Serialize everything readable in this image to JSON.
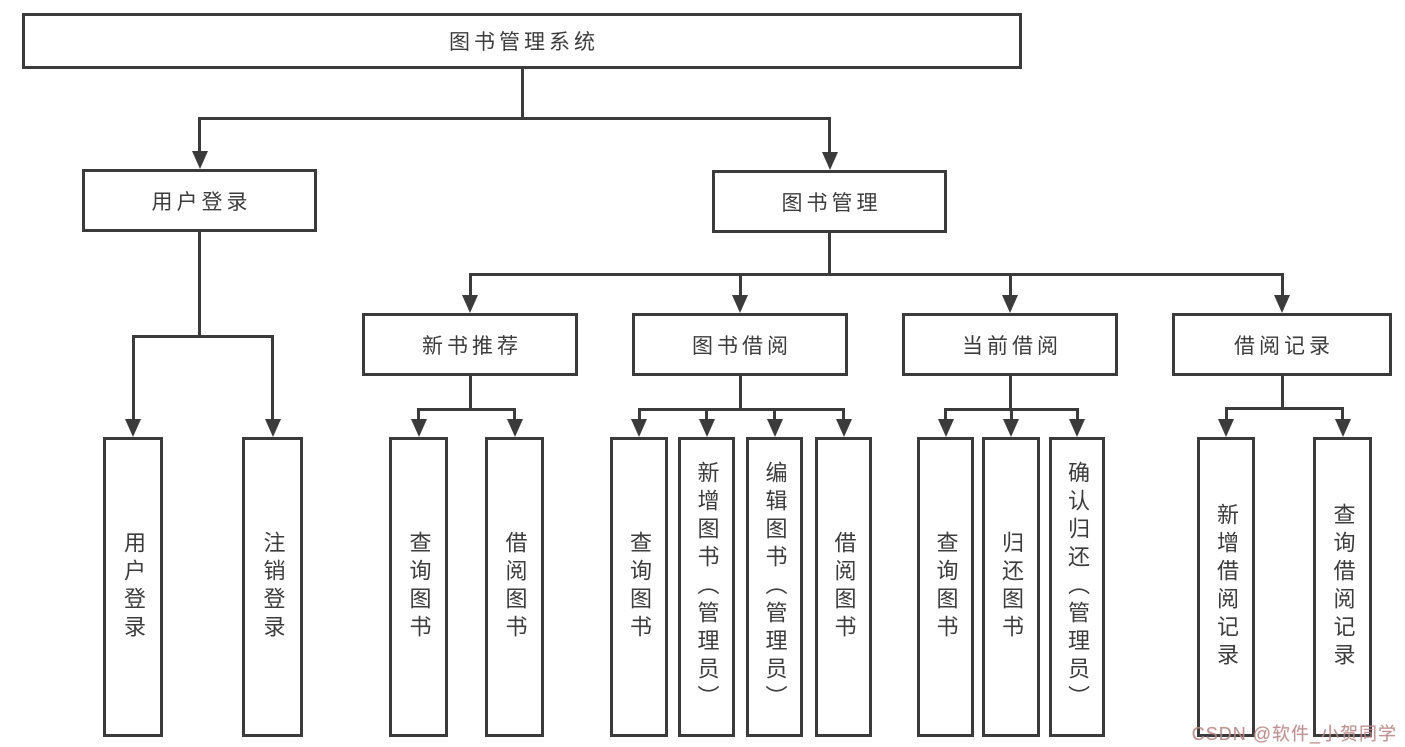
{
  "diagram": {
    "title": "图书管理系统",
    "nodes": [
      {
        "id": "system",
        "label": "图书管理系统"
      },
      {
        "id": "user-login",
        "label": "用户登录"
      },
      {
        "id": "book-mgmt",
        "label": "图书管理"
      },
      {
        "id": "new-book-rec",
        "label": "新书推荐"
      },
      {
        "id": "book-borrow",
        "label": "图书借阅"
      },
      {
        "id": "current-borrow",
        "label": "当前借阅"
      },
      {
        "id": "borrow-record",
        "label": "借阅记录"
      },
      {
        "id": "leaf-user-login",
        "label": "用户登录"
      },
      {
        "id": "leaf-logout",
        "label": "注销登录"
      },
      {
        "id": "leaf-query-book-1",
        "label": "查询图书"
      },
      {
        "id": "leaf-borrow-book-1",
        "label": "借阅图书"
      },
      {
        "id": "leaf-query-book-2",
        "label": "查询图书"
      },
      {
        "id": "leaf-add-book",
        "label": "新增图书（管理员）"
      },
      {
        "id": "leaf-edit-book",
        "label": "编辑图书（管理员）"
      },
      {
        "id": "leaf-borrow-book-2",
        "label": "借阅图书"
      },
      {
        "id": "leaf-query-book-3",
        "label": "查询图书"
      },
      {
        "id": "leaf-return-book",
        "label": "归还图书"
      },
      {
        "id": "leaf-confirm-return",
        "label": "确认归还（管理员）"
      },
      {
        "id": "leaf-add-record",
        "label": "新增借阅记录"
      },
      {
        "id": "leaf-query-record",
        "label": "查询借阅记录"
      }
    ],
    "hierarchy": [
      {
        "parent": "system",
        "children": [
          "user-login",
          "book-mgmt"
        ]
      },
      {
        "parent": "user-login",
        "children": [
          "leaf-user-login",
          "leaf-logout"
        ]
      },
      {
        "parent": "book-mgmt",
        "children": [
          "new-book-rec",
          "book-borrow",
          "current-borrow",
          "borrow-record"
        ]
      },
      {
        "parent": "new-book-rec",
        "children": [
          "leaf-query-book-1",
          "leaf-borrow-book-1"
        ]
      },
      {
        "parent": "book-borrow",
        "children": [
          "leaf-query-book-2",
          "leaf-add-book",
          "leaf-edit-book",
          "leaf-borrow-book-2"
        ]
      },
      {
        "parent": "current-borrow",
        "children": [
          "leaf-query-book-3",
          "leaf-return-book",
          "leaf-confirm-return"
        ]
      },
      {
        "parent": "borrow-record",
        "children": [
          "leaf-add-record",
          "leaf-query-record"
        ]
      }
    ]
  },
  "watermark": {
    "text": "CSDN @软件_小贺同学"
  },
  "colors": {
    "line": "#3b3b3b",
    "text": "#3c3c3c",
    "background": "#ffffff",
    "watermark": "#b28a88"
  }
}
